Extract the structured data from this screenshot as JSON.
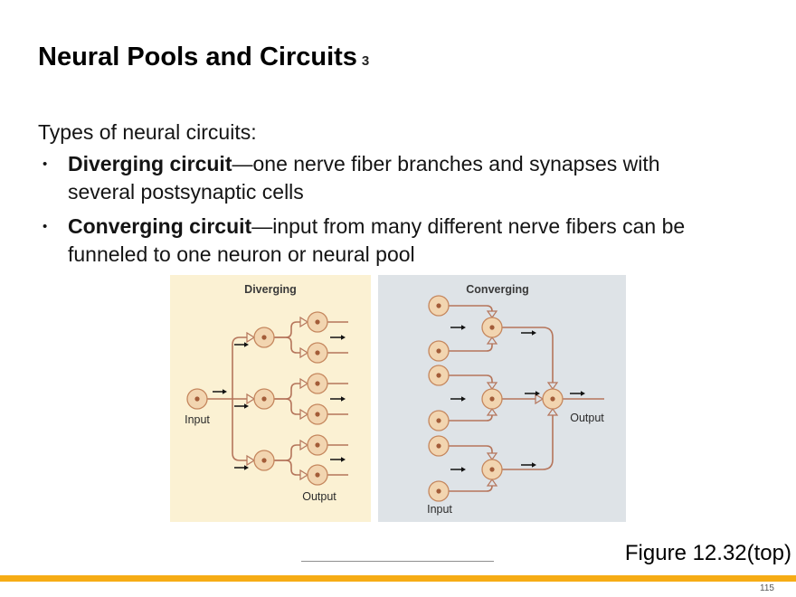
{
  "slide": {
    "title": "Neural Pools and Circuits",
    "title_note": "3",
    "intro": "Types of neural circuits:",
    "bullet_glyph": "•",
    "bullets": [
      {
        "bold": "Diverging circuit",
        "rest": "—one nerve fiber branches and synapses with several postsynaptic cells"
      },
      {
        "bold": "Converging circuit",
        "rest": "—input from many different nerve fibers can be funneled to one neuron or neural pool"
      }
    ],
    "caption": "Figure 12.32(top)",
    "page_number": "115"
  },
  "figure": {
    "diverging": {
      "title": "Diverging",
      "input_label": "Input",
      "output_label": "Output"
    },
    "converging": {
      "title": "Converging",
      "input_label": "Input",
      "output_label": "Output"
    }
  },
  "colors": {
    "accent_bar": "#F6AC15",
    "diverging_bg": "#FBF1D3",
    "converging_bg": "#DEE3E7",
    "neuron_fill": "#F2D5B0",
    "neuron_border": "#C5875E",
    "neuron_nucleus": "#A35C38",
    "fiber": "#B5755B",
    "blank_line": "#8F8F8F"
  }
}
